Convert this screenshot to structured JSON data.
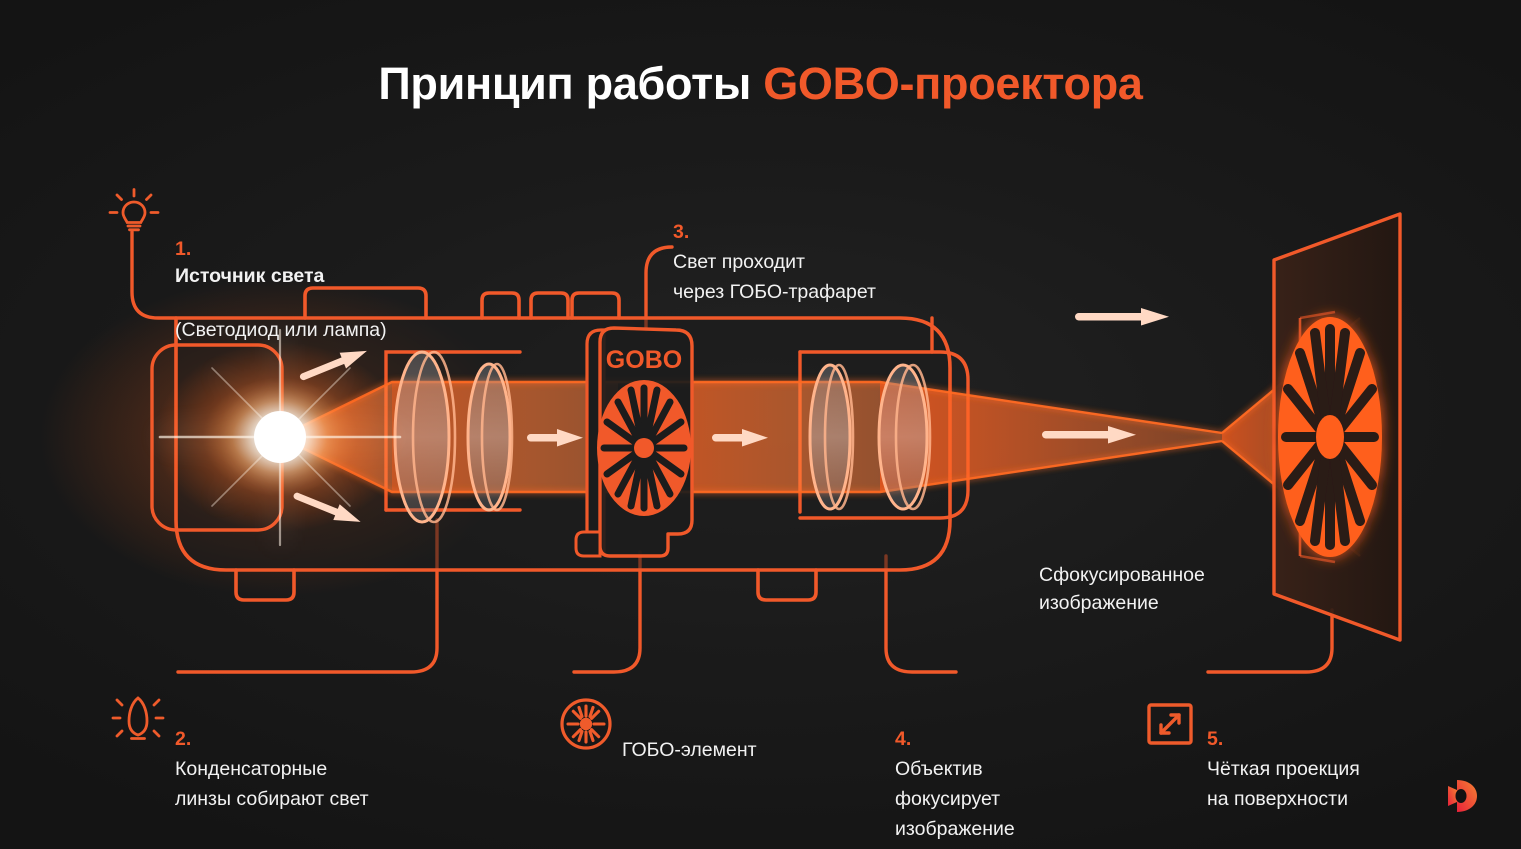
{
  "meta": {
    "language": "ru",
    "background_color": "#191919",
    "accent_color": "#f1592a",
    "accent_light": "#ff8a5c",
    "text_color": "#f2f2f2"
  },
  "title": {
    "text_white": "Принцип работы ",
    "text_accent": "GOBO-проектора"
  },
  "callouts": [
    {
      "id": "light-source",
      "number": "1.",
      "line1_bold": "Источник света",
      "line2": "(Светодиод или лампа)",
      "icon": "lightbulb-rays-icon"
    },
    {
      "id": "condenser-lenses",
      "number": "2.",
      "text": "Конденсаторные\nлинзы собирают свет",
      "icon": "lens-rays-icon"
    },
    {
      "id": "gobo-stencil",
      "number": "3.",
      "text": "Свет проходит\nчерез ГОБО-трафарет",
      "icon": null
    },
    {
      "id": "objective-lens",
      "number": "4.",
      "text": "Объектив\nфокусирует\nизображение",
      "icon": null
    },
    {
      "id": "sharp-projection",
      "number": "5.",
      "text": "Чёткая проекция\nна поверхности",
      "icon": "expand-frame-icon"
    }
  ],
  "gobo_element": {
    "label": "ГОБО-элемент",
    "icon": "gobo-burst-icon"
  },
  "focused_image": {
    "text": "Сфокусированное\nизображение"
  },
  "diagram": {
    "gobo_card_label": "GOBO",
    "flow_arrow_count": 6,
    "components": [
      "projector-housing",
      "light-source-flare",
      "condenser-lens-pair",
      "gobo-card",
      "objective-lens-pair",
      "projection-screen"
    ]
  },
  "logo": {
    "name": "brand-logo",
    "gradient_from": "#e8213a",
    "gradient_to": "#f58232"
  }
}
